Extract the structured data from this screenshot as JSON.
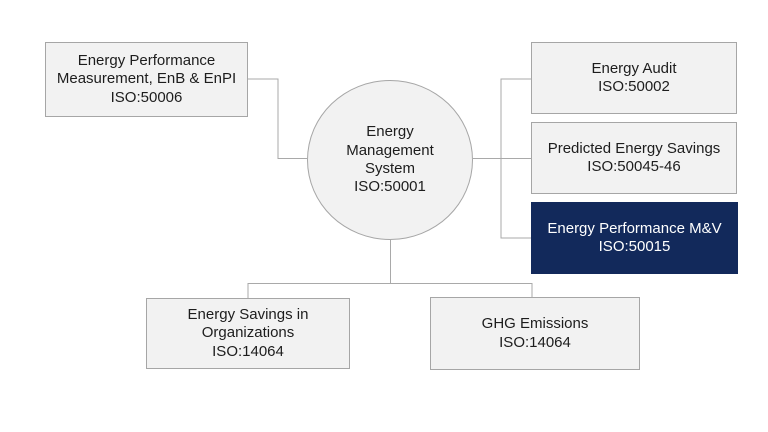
{
  "diagram": {
    "type": "org-chart",
    "colors": {
      "background": "#ffffff",
      "node_fill": "#f2f2f2",
      "node_border": "#a6a6a6",
      "connector": "#a9a9a9",
      "highlight_fill": "#12295b",
      "highlight_text": "#ffffff",
      "text": "#1d1d1d"
    },
    "nodes": {
      "center": {
        "text": "Energy\nManagement\nSystem\nISO:50001",
        "shape": "circle"
      },
      "top_left": {
        "text": "Energy Performance\nMeasurement, EnB & EnPI\nISO:50006",
        "shape": "rect"
      },
      "energy_audit": {
        "text": "Energy Audit\nISO:50002",
        "shape": "rect"
      },
      "predicted_savings": {
        "text": "Predicted Energy Savings\nISO:50045-46",
        "shape": "rect"
      },
      "performance_mv": {
        "text": "Energy Performance M&V\nISO:50015",
        "shape": "rect",
        "highlighted": true
      },
      "energy_savings_org": {
        "text": "Energy Savings in\nOrganizations\nISO:14064",
        "shape": "rect"
      },
      "ghg_emissions": {
        "text": "GHG Emissions\nISO:14064",
        "shape": "rect"
      }
    }
  }
}
